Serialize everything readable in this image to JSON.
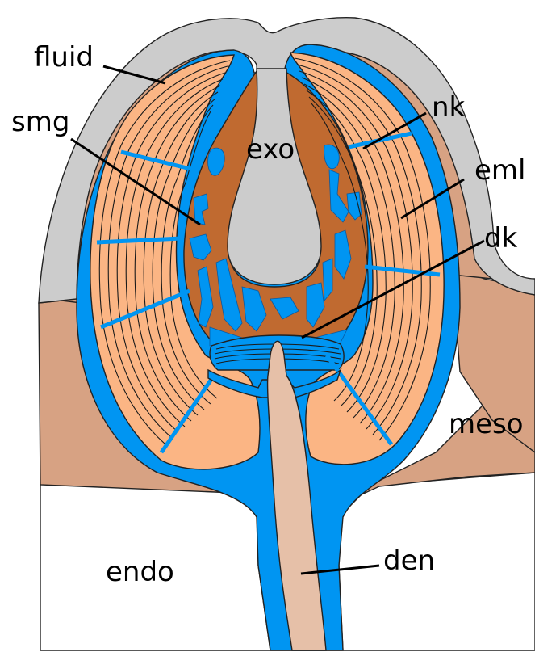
{
  "diagram": {
    "labels": {
      "fluid": "fluid",
      "smg": "smg",
      "exo": "exo",
      "nk": "nk",
      "eml": "eml",
      "dk": "dk",
      "meso": "meso",
      "endo": "endo",
      "den": "den"
    },
    "colors": {
      "fluid": "#cccccc",
      "blue": "#0095f2",
      "eml": "#fbb584",
      "smg": "#c06a30",
      "meso": "#d7a283",
      "den": "#e6c0a8",
      "background": "#ffffff"
    }
  }
}
